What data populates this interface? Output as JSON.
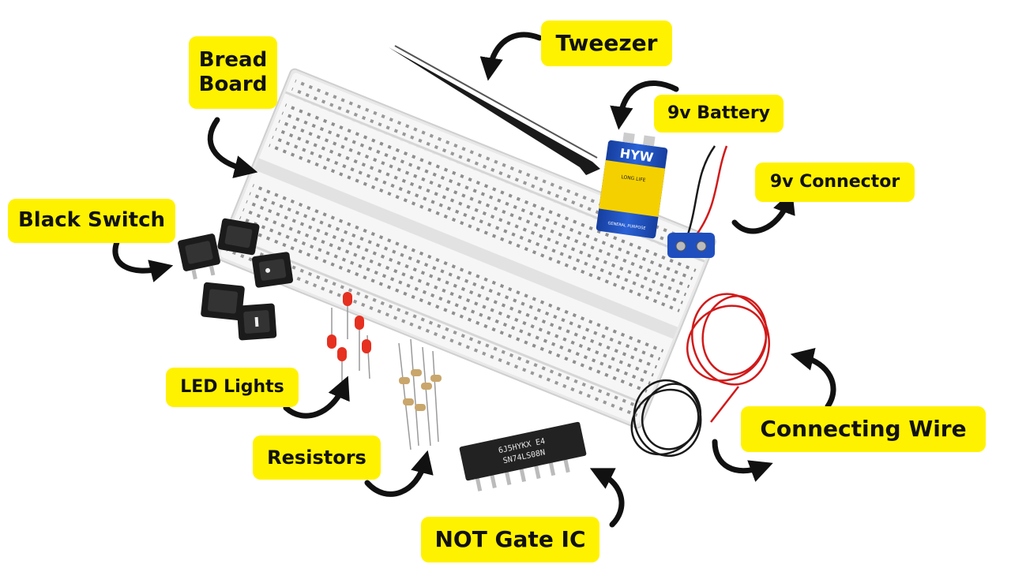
{
  "labels": {
    "bread_board_line1": "Bread",
    "bread_board_line2": "Board",
    "tweezer": "Tweezer",
    "battery": "9v Battery",
    "connector": "9v Connector",
    "black_switch": "Black Switch",
    "led_lights": "LED Lights",
    "resistors": "Resistors",
    "not_gate_ic": "NOT Gate IC",
    "connecting_wire": "Connecting Wire"
  },
  "battery_print": {
    "brand": "HYW",
    "subtitle": "LONG LIFE",
    "footer": "GENERAL PURPOSE"
  },
  "ic_print": {
    "line1": "6J5HYKX E4",
    "line2": "SN74LS08N"
  },
  "colors": {
    "label_bg": "#fff200",
    "label_text": "#111111",
    "arrow": "#111111",
    "board": "#f4f4f4",
    "battery_blue": "#1f4fbf",
    "battery_yellow": "#f5d000",
    "wire_red": "#d11a1a",
    "wire_black": "#1a1a1a",
    "led_red": "#e63020",
    "switch_black": "#1b1b1b"
  },
  "icons": [
    "curved-arrow-icon"
  ]
}
